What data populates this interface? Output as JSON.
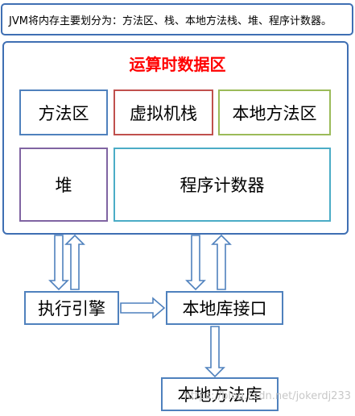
{
  "caption": "JVM将内存主要划分为：方法区、栈、本地方法栈、堆、程序计数器。",
  "runtime_title": "运算时数据区",
  "areas": {
    "method_area": "方法区",
    "vm_stack": "虚拟机栈",
    "native_method_area": "本地方法区",
    "heap": "堆",
    "program_counter": "程序计数器"
  },
  "components": {
    "execution_engine": "执行引擎",
    "native_interface": "本地库接口",
    "native_library": "本地方法库"
  },
  "watermark": "https://blog.csdn.net/jokerdj233",
  "colors": {
    "frame": "#3f6fb3",
    "title": "#ff0000",
    "arrow": "#4f81bd"
  }
}
